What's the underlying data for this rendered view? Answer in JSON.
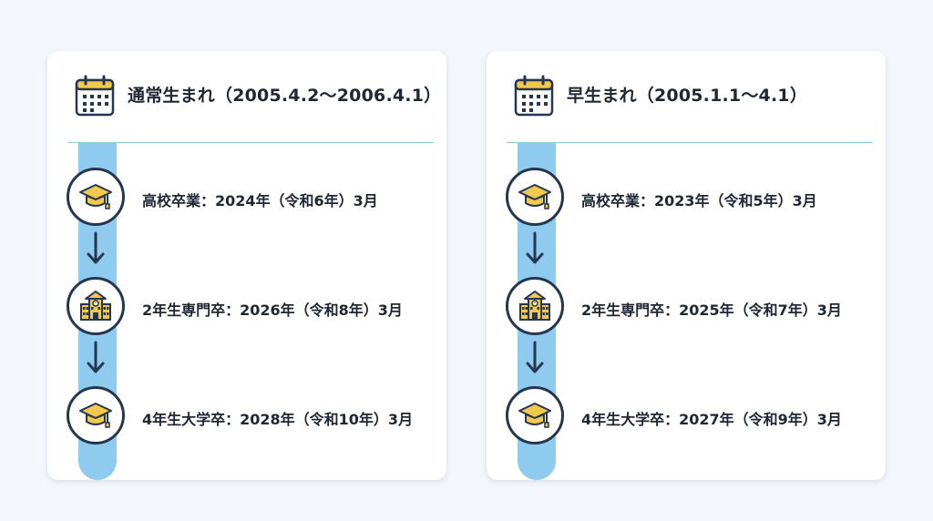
{
  "icons": {
    "calendar": "calendar-icon",
    "stage1": "graduation-cap-icon",
    "stage2": "school-building-icon",
    "stage3": "graduation-cap-icon",
    "connector": "arrow-down-icon"
  },
  "colors": {
    "rail": "#8fcbee",
    "circle_border": "#243650",
    "icon_fill": "#f2c94c",
    "divider": "#8ecfc9"
  },
  "left": {
    "title": "通常生まれ（2005.4.2〜2006.4.1）",
    "stages": [
      {
        "label": "高校卒業：2024年（令和6年）3月"
      },
      {
        "label": "2年生専門卒：2026年（令和8年）3月"
      },
      {
        "label": "4年生大学卒：2028年（令和10年）3月"
      }
    ]
  },
  "right": {
    "title": "早生まれ（2005.1.1〜4.1）",
    "stages": [
      {
        "label": "高校卒業：2023年（令和5年）3月"
      },
      {
        "label": "2年生専門卒：2025年（令和7年）3月"
      },
      {
        "label": "4年生大学卒：2027年（令和9年）3月"
      }
    ]
  }
}
